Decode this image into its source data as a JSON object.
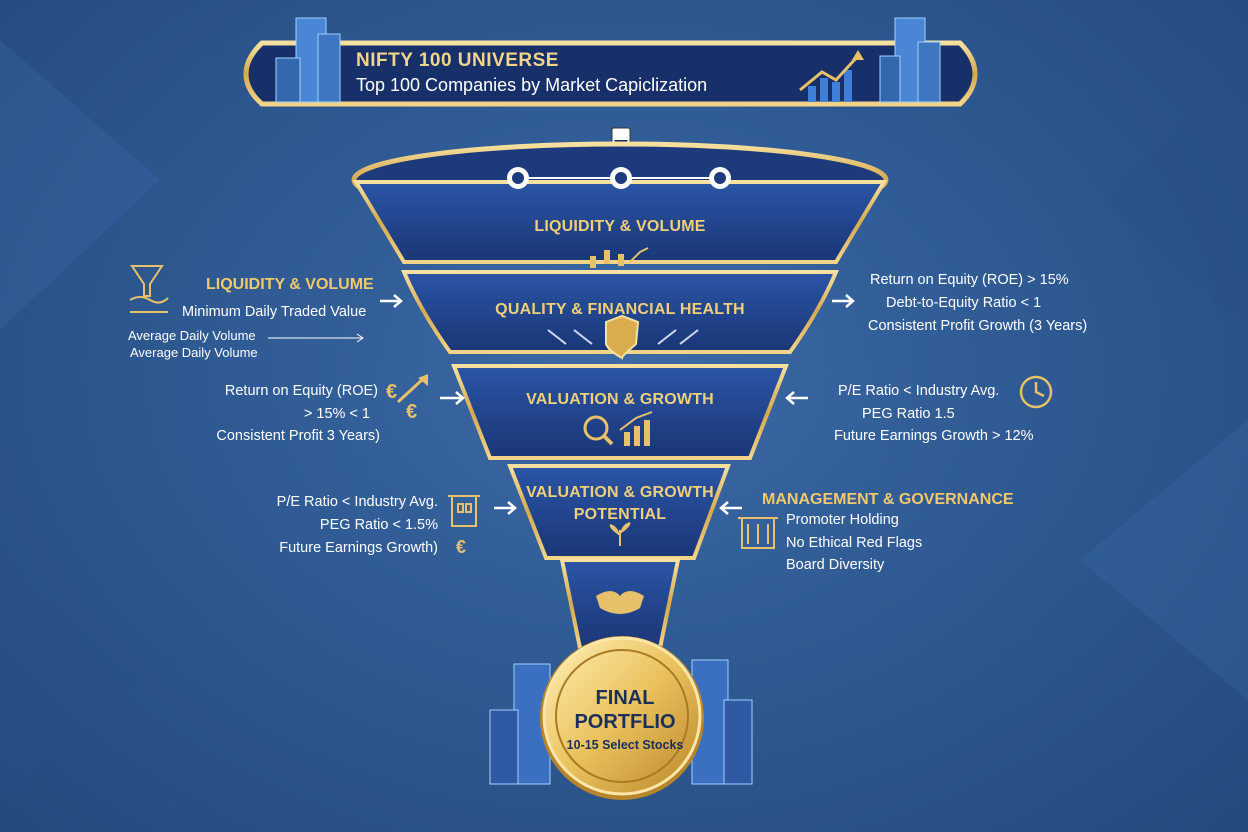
{
  "banner": {
    "title": "NIFTY 100 UNIVERSE",
    "subtitle": "Top 100 Companies by Market Capiclization"
  },
  "funnel_stages": [
    {
      "label": "LIQUIDITY & VOLUME",
      "icon": "candlestick-chart-icon"
    },
    {
      "label": "QUALITY & FINANCIAL HEALTH",
      "icon": "shield-icon"
    },
    {
      "label": "VALUATION & GROWTH",
      "icon": "magnifier-growth-icon"
    },
    {
      "label_line1": "VALUATION & GROWTH",
      "label_line2": "POTENTIAL",
      "icon": "sprout-icon"
    },
    {
      "icon": "handshake-icon"
    }
  ],
  "left_notes": {
    "liquidity": {
      "heading": "LIQUIDITY & VOLUME",
      "line1": "Minimum Daily Traded Value",
      "line2": "Average Daily Volume",
      "line3": "Average Daily Volume",
      "icon": "funnel-filter-icon"
    },
    "roe": {
      "line1": "Return on Equity (ROE)",
      "line2": "> 15% < 1",
      "line3": "Consistent Profit 3 Years)",
      "icon": "currency-growth-icon"
    },
    "pe": {
      "line1": "P/E Ratio < Industry Avg.",
      "line2": "PEG Ratio < 1.5%",
      "line3": "Future Earnings Growth)",
      "icon": "building-icon",
      "currency_icon": "€"
    }
  },
  "right_notes": {
    "quality": {
      "line1": "Return on Equity (ROE) > 15%",
      "line2": "Debt-to-Equity Ratio < 1",
      "line3": "Consistent Profit Growth (3 Years)"
    },
    "valuation": {
      "line1": "P/E Ratio < Industry Avg.",
      "line2": "PEG Ratio 1.5",
      "line3": "Future Earnings Growth > 12%",
      "icon": "clock-icon"
    },
    "governance": {
      "heading": "MANAGEMENT & GOVERNANCE",
      "line1": "Promoter Holding",
      "line2": "No Ethical Red Flags",
      "line3": "Board Diversity",
      "icon": "institution-icon"
    }
  },
  "final": {
    "title_line1": "FINAL",
    "title_line2": "PORTFLIO",
    "subtitle": "10-15 Select Stocks"
  },
  "colors": {
    "background": "#2f5a93",
    "funnel_blue": "#1f3f86",
    "gold": "#e7c06a",
    "banner_bg": "#1c3470"
  }
}
